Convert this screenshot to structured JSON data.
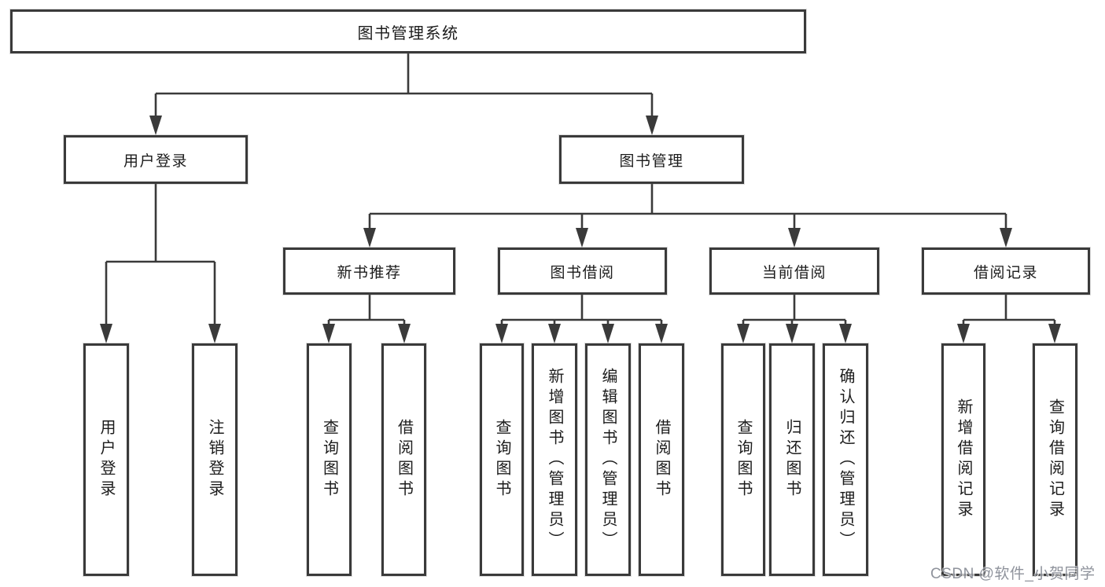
{
  "diagram": {
    "root": "图书管理系统",
    "branches": {
      "user_login": "用户登录",
      "book_mgmt": "图书管理"
    },
    "modules": {
      "new_rec": "新书推荐",
      "borrow": "图书借阅",
      "current": "当前借阅",
      "records": "借阅记录"
    },
    "leaves": {
      "user_login_leaf": "用户登录",
      "logout": "注销登录",
      "rec_query": "查询图书",
      "rec_borrow": "借阅图书",
      "bb_query": "查询图书",
      "bb_add": "新增图书（管理员）",
      "bb_edit": "编辑图书（管理员）",
      "bb_borrow": "借阅图书",
      "cb_query": "查询图书",
      "cb_return": "归还图书",
      "cb_confirm": "确认归还（管理员）",
      "br_add": "新增借阅记录",
      "br_query": "查询借阅记录"
    }
  },
  "watermark": "CSDN @软件_小贺同学",
  "colors": {
    "line": "#3a3a3a",
    "box_border": "#3a3a3a",
    "text": "#1c1c1c",
    "watermark": "#8f939c",
    "background": "#ffffff"
  }
}
